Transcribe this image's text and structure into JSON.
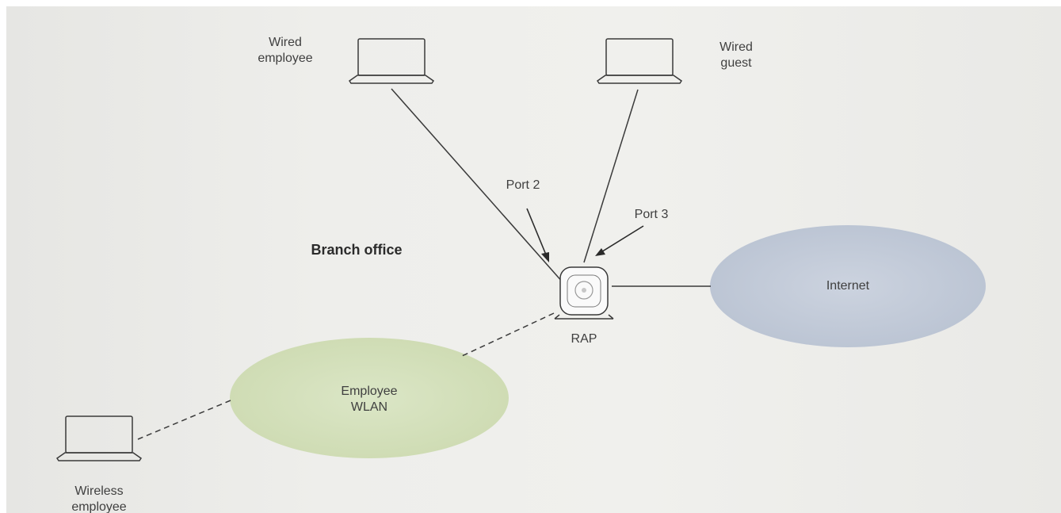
{
  "diagram": {
    "nodes": {
      "wired_employee": {
        "label_line1": "Wired",
        "label_line2": "employee",
        "icon": "laptop-icon"
      },
      "wired_guest": {
        "label_line1": "Wired",
        "label_line2": "guest",
        "icon": "laptop-icon"
      },
      "wireless_employee": {
        "label_line1": "Wireless",
        "label_line2": "employee",
        "icon": "laptop-icon"
      },
      "rap": {
        "label": "RAP",
        "icon": "access-point-icon"
      },
      "internet": {
        "label": "Internet",
        "color": "#c3cbd9"
      },
      "employee_wlan": {
        "label_line1": "Employee",
        "label_line2": "WLAN",
        "color": "#d6e2c1"
      }
    },
    "annotations": {
      "port2": "Port 2",
      "port3": "Port 3",
      "branch_office": "Branch office"
    },
    "colors": {
      "line": "#3a3a3a",
      "background": "#ecece9"
    }
  }
}
